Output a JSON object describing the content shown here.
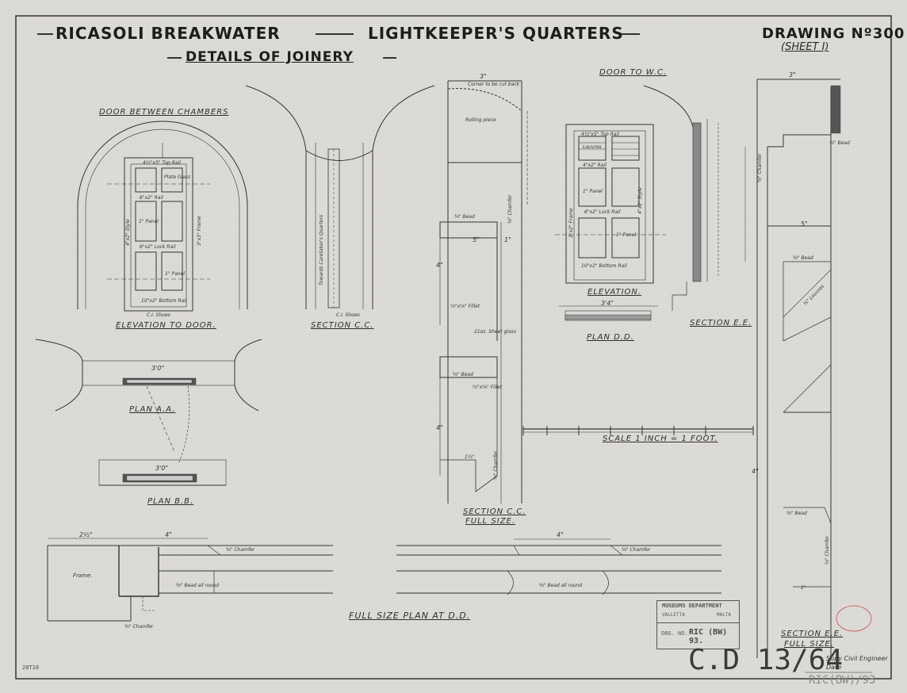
{
  "header": {
    "title_left": "RICASOLI BREAKWATER",
    "title_center": "LIGHTKEEPER'S QUARTERS",
    "subtitle": "DETAILS OF JOINERY",
    "drawing_no": "DRAWING Nº300",
    "sheet": "(SHEET I)"
  },
  "views": {
    "door_between_chambers": "DOOR BETWEEN CHAMBERS",
    "elevation_to_door": "ELEVATION TO DOOR.",
    "section_cc": "SECTION C.C.",
    "plan_aa": "PLAN A.A.",
    "plan_bb": "PLAN B.B.",
    "door_to_wc": "DOOR TO W.C.",
    "elevation": "ELEVATION.",
    "plan_dd": "PLAN D.D.",
    "section_ee": "SECTION E.E.",
    "section_cc_full_1": "SECTION C.C.",
    "section_cc_full_2": "FULL SIZE.",
    "scale": "SCALE 1 INCH = 1 FOOT.",
    "full_size_plan": "FULL SIZE PLAN AT D.D.",
    "section_ee_full_1": "SECTION E.E.",
    "section_ee_full_2": "FULL SIZE."
  },
  "annotations": {
    "top_rail_1": "4½\"x5\" Top Rail",
    "plate_glass": "Plate Glass",
    "rail_1": "6\"x2\" Rail",
    "panel_1": "1\" Panel",
    "style_1": "4\"x2\" Style",
    "frame_1": "3\"x3\" Frame",
    "lock_rail_1": "6\"x2\" Lock Rail",
    "panel_2": "1\" Panel",
    "bottom_rail_1": "10\"x2\" Bottom Rail",
    "ci_shoes_1": "C.I. Shoes",
    "towards_caretaker": "Towards Caretaker's Quarters",
    "ci_shoes_2": "C.I. Shoes",
    "dim_30_a": "3'0\"",
    "dim_30_b": "3'0\"",
    "dim_3_top": "3\"",
    "corner_cut": "Corner to be cut back",
    "rolling_piece": "Rolling piece",
    "bead_1": "⅜\" Bead",
    "chamfer_1": "⅜\" Chamfer",
    "dim_5": "5\"",
    "dim_1": "1\"",
    "dim_4": "4\"",
    "fillet_1": "⅝\"x⅝\" Fillet",
    "glass_1": "21oz. Sheet glass",
    "bead_2": "⅜\" Bead",
    "fillet_2": "⅝\"x⅝\" Fillet",
    "dim_4b": "4\"",
    "dim_1b": "1½\"",
    "chamfer_2": "⅜\" Chamfer",
    "top_rail_2": "4½\"x5\" Top Rail",
    "louvres": "Louvres",
    "rail_2": "4\"x2\" Rail",
    "panel_3": "1\" Panel",
    "frame_2": "3\"x2\" Frame",
    "lock_rail_2": "6\"x2\" Lock Rail",
    "style_2": "4\"x2\" Style",
    "panel_4": "1\" Panel",
    "bottom_rail_2": "10\"x2\" Bottom Rail",
    "dim_34": "3'4\"",
    "dim_3_ee": "3\"",
    "bead_ee": "⅜\" Bead",
    "chamfer_ee": "⅜\" Chamfer",
    "dim_5_ee": "5\"",
    "bead_ee2": "⅜\" Bead",
    "louvres_ee": "⅜\" Louvres",
    "dim_4_ee": "4\"",
    "bead_ee3": "⅜\" Bead",
    "chamfer_ee2": "⅜\" Chamfer",
    "dim_1_ee": "1\"",
    "dim_25": "2½\"",
    "dim_4_plan": "4\"",
    "chamfer_p1": "⅜\" Chamfer",
    "frame_p": "Frame.",
    "bead_p1": "⅜\" Bead all round",
    "chamfer_p2": "⅜\" Chamfer",
    "dim_4_plan2": "4\"",
    "chamfer_p3": "⅜\" Chamfer",
    "bead_p2": "⅜\" Bead all round"
  },
  "stamp": {
    "dept": "MUSEUMS DEPARTMENT",
    "city": "VALLETTA",
    "country": "MALTA",
    "drg_label": "DRG. NO.",
    "drg_value": "RIC (BW) 93."
  },
  "handwritten": {
    "cd_number": "C.D 13/64",
    "pencil_ref": "RIC(BW)/93",
    "corner_note": "20T10",
    "signature_line_1": "Supy Civil Engineer",
    "signature_line_2": "Date"
  },
  "colors": {
    "paper": "#dddbd7",
    "ink": "#2a2a2a",
    "stamp_red": "#c0504d"
  }
}
